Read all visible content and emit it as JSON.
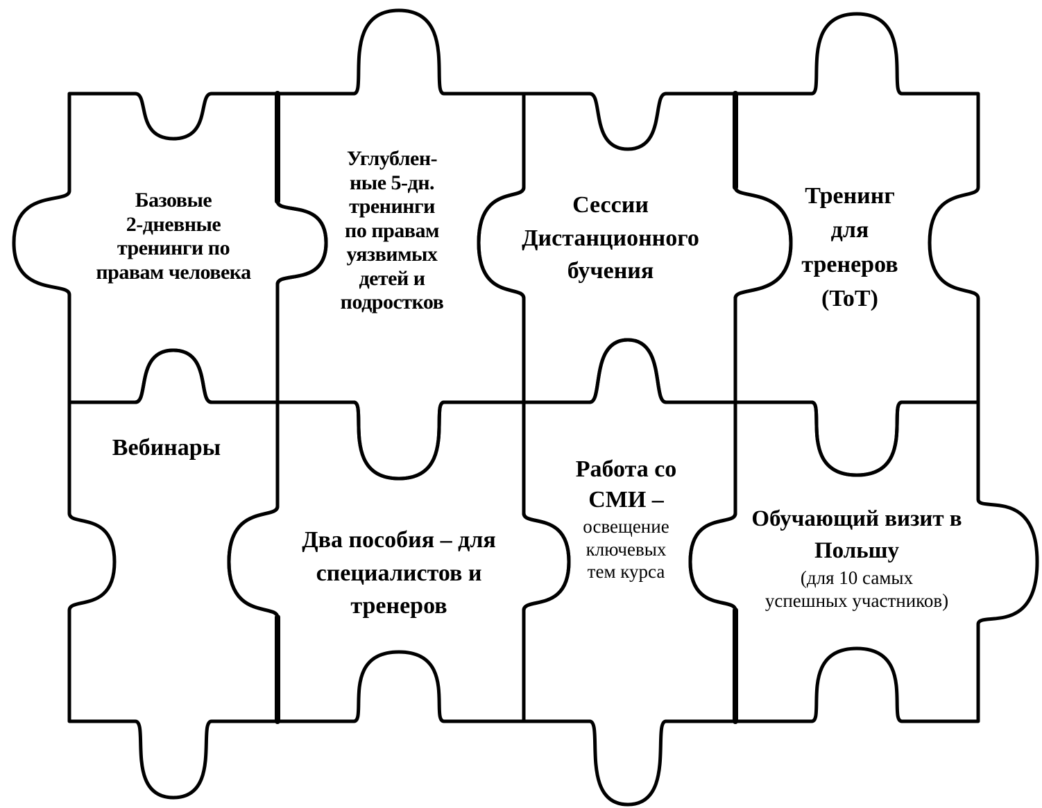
{
  "colors": {
    "outline": "#000000",
    "background": "#ffffff",
    "text": "#000000"
  },
  "pieces": [
    {
      "id": "basic-trainings",
      "lines": [
        "Базовые",
        "2-дневные",
        "тренинги по",
        "правам человека"
      ]
    },
    {
      "id": "advanced-trainings",
      "lines": [
        "Углублен-",
        "ные 5-дн.",
        "тренинги",
        "по правам",
        "уязвимых",
        "детей и",
        "подростков"
      ]
    },
    {
      "id": "distance-learning",
      "lines": [
        "Сессии",
        "Дистанционного",
        "бучения"
      ]
    },
    {
      "id": "tot",
      "lines": [
        "Тренинг",
        "для",
        "тренеров",
        "(ToT)"
      ]
    },
    {
      "id": "webinars",
      "lines": [
        "Вебинары"
      ]
    },
    {
      "id": "manuals",
      "lines": [
        "Два пособия – для",
        "специалистов и",
        "тренеров"
      ]
    },
    {
      "id": "media",
      "lines": [
        "Работа со",
        "СМИ –"
      ],
      "sub_lines": [
        "освещение",
        "ключевых",
        "тем курса"
      ]
    },
    {
      "id": "study-visit",
      "lines": [
        "Обучающий визит в",
        "Польшу"
      ],
      "sub_lines": [
        "(для 10 самых",
        "успешных участников)"
      ]
    }
  ]
}
